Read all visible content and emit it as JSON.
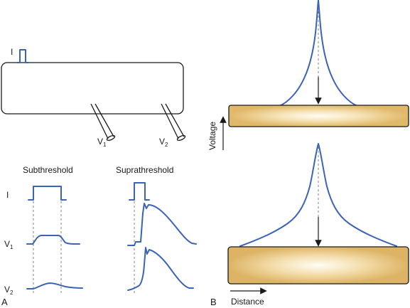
{
  "panel_a": {
    "letter": "A",
    "stimulus_label": "I",
    "electrode_1": {
      "main": "V",
      "sub": "1"
    },
    "electrode_2": {
      "main": "V",
      "sub": "2"
    },
    "subthreshold_title": "Subthreshold",
    "suprathreshold_title": "Suprathreshold",
    "row_i": "I",
    "row_v1": {
      "main": "V",
      "sub": "1"
    },
    "row_v2": {
      "main": "V",
      "sub": "2"
    }
  },
  "panel_b": {
    "letter": "B",
    "y_axis_label": "Voltage",
    "x_axis_label": "Distance"
  },
  "colors": {
    "trace": "#3b63b8",
    "cable_edge": "#e0b869",
    "cable_center": "#fffdf6"
  }
}
